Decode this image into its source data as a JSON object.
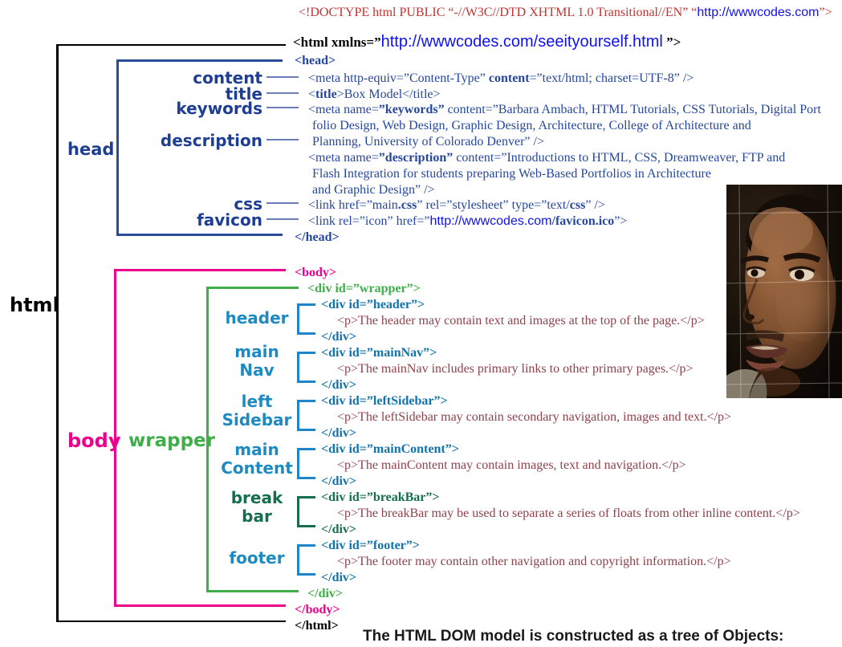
{
  "colors": {
    "doctype_red": "#bf3430",
    "code_navy": "#26479b",
    "link_blue": "#1012ee",
    "body_magenta": "#ec008c",
    "wrapper_green": "#3fae49",
    "div_teal": "#1173a9",
    "breakbar_green": "#156f4c",
    "paragraph_maroon": "#8e424a",
    "label_navy": "#1e3e93",
    "label_blue": "#1e8ac2",
    "html_black": "#000000"
  },
  "caption": "The HTML DOM model is constructed as a tree of Objects:",
  "tree_labels": {
    "html": "html",
    "head": "head",
    "content": "content",
    "title": "title",
    "keywords": "keywords",
    "description": "description",
    "css": "css",
    "favicon": "favicon",
    "body": "body",
    "wrapper": "wrapper",
    "header": "header",
    "main_nav": [
      "main",
      "Nav"
    ],
    "left_sidebar": [
      "left",
      "Sidebar"
    ],
    "main_content": [
      "main",
      "Content"
    ],
    "break_bar": [
      "break",
      "bar"
    ],
    "footer": "footer"
  },
  "code": {
    "doctype": {
      "pre": "<!DOCTYPE html PUBLIC “-//W3C//DTD XHTML 1.0 Transitional//EN” “",
      "url": "http://wwwcodes.com",
      "post": "”>"
    },
    "html_open": {
      "pre": "<html xmlns=”",
      "url": "http://wwwcodes.com/seeityourself.html",
      "post": " ”>"
    },
    "head_open": "<head>",
    "meta_content_type": {
      "a": "<meta http-equiv=”Content-Type” ",
      "b": "content",
      "c": "=”text/html; charset=UTF-8” />"
    },
    "title_line": {
      "a": "<",
      "b": "title",
      "c": ">Box Model</title>"
    },
    "meta_keywords": {
      "a": "<meta name=",
      "b": "”keywords”",
      "c": " content=”Barbara Ambach, HTML Tutorials, CSS Tutorials, Digital Port",
      "l2": "folio Design, Web Design, Graphic Design, Architecture, College of Architecture and",
      "l3": "Planning, University of Colorado Denver” />"
    },
    "meta_description": {
      "a": "<meta name=",
      "b": "”description”",
      "c": " content=”Introductions to HTML, CSS, Dreamweaver, FTP and",
      "l2": "Flash Integration for students preparing Web-Based Portfolios in Architecture",
      "l3": "and Graphic Design” />"
    },
    "link_css": {
      "a": "<link href=”main",
      "b": ".css",
      "c": "” rel=”stylesheet” type=”text/",
      "d": "css",
      "e": "” />"
    },
    "link_favicon": {
      "a": "<link rel=”icon” href=”",
      "url": "http://wwwcodes.com",
      "b": "/favicon.ico",
      "c": "”>"
    },
    "head_close": "</head>",
    "body_open": "<body>",
    "wrapper_open": "<div id=”wrapper”>",
    "wrapper_close": "</div>",
    "body_close": "</body>",
    "html_close": "</html>",
    "sections": {
      "header": {
        "open": "<div id=”header”>",
        "p": "<p>The header may contain text and images at the top of the page.</p>",
        "close": "</div>"
      },
      "main_nav": {
        "open": "<div id=”mainNav”>",
        "p": "<p>The mainNav includes primary links to other primary pages.</p>",
        "close": "</div>"
      },
      "left_sidebar": {
        "open": "<div id=”leftSidebar”>",
        "p": "<p>The leftSidebar may contain secondary navigation, images and text.</p>",
        "close": "</div>"
      },
      "main_content": {
        "open": "<div id=”mainContent”>",
        "p": "<p>The mainContent may contain images, text and navigation.</p>",
        "close": "</div>"
      },
      "break_bar": {
        "open": "<div id=”breakBar”>",
        "p": "<p>The breakBar may be used to separate a series of floats from other inline content.</p>",
        "close": "</div>"
      },
      "footer": {
        "open": "<div id=”footer”>",
        "p": "<p>The footer may contain other navigation and copyright information.</p>",
        "close": "</div>"
      }
    }
  }
}
